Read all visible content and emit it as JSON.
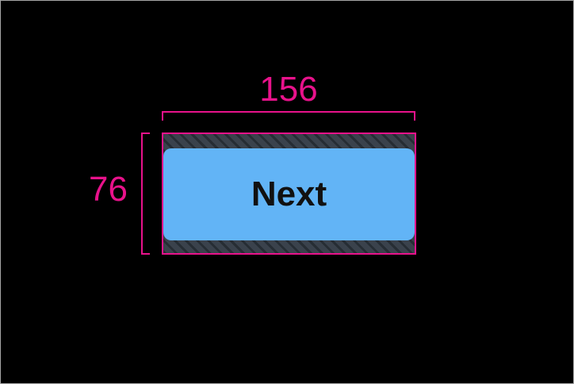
{
  "measurements": {
    "width_label": "156",
    "height_label": "76"
  },
  "button": {
    "label": "Next"
  },
  "colors": {
    "accent_pink": "#e8128b",
    "button_blue": "#62b4f6",
    "hatch_bg": "#3a424c",
    "hatch_stripe": "#262d34",
    "canvas_bg": "#000000",
    "frame_border": "#a6a6a6",
    "button_text": "#111111"
  }
}
